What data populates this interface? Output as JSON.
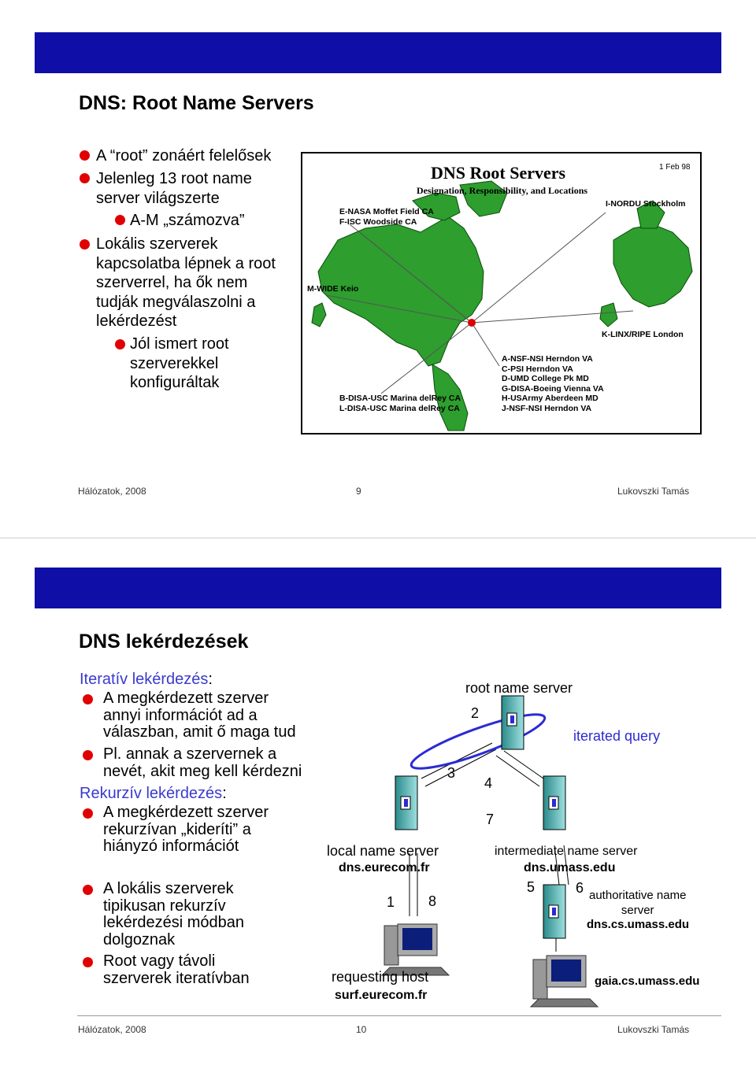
{
  "slide1": {
    "title": "DNS: Root Name Servers",
    "bullets": [
      {
        "level": 1,
        "lines": [
          "A “root” zonáért felelősek"
        ]
      },
      {
        "level": 1,
        "lines": [
          "Jelenleg 13 root name",
          "server világszerte"
        ]
      },
      {
        "level": 2,
        "lines": [
          "A-M „számozva”"
        ]
      },
      {
        "level": 1,
        "lines": [
          "Lokális szerverek",
          "kapcsolatba lépnek a root",
          "szerverrel, ha ők nem",
          "tudják megválaszolni a",
          "lekérdezést"
        ]
      },
      {
        "level": 2,
        "lines": [
          "Jól ismert root",
          "szerverekkel",
          "konfiguráltak"
        ]
      }
    ],
    "map": {
      "title": "DNS Root Servers",
      "subtitle": "Designation, Responsibility, and Locations",
      "date": "1 Feb 98",
      "labels": {
        "ef": [
          "E-NASA Moffet Field CA",
          "F-ISC Woodside CA"
        ],
        "i": "I-NORDU Stockholm",
        "m": "M-WIDE Keio",
        "k": "K-LINX/RIPE London",
        "east": [
          "A-NSF-NSI Herndon VA",
          "C-PSI Herndon VA",
          "D-UMD College Pk MD",
          "G-DISA-Boeing Vienna VA",
          "H-USArmy Aberdeen MD",
          "J-NSF-NSI Herndon VA"
        ],
        "bl": [
          "B-DISA-USC Marina delRey CA",
          "L-DISA-USC Marina delRey CA"
        ]
      }
    },
    "footer": {
      "left": "Hálózatok, 2008",
      "page": "9",
      "right": "Lukovszki Tamás"
    }
  },
  "slide2": {
    "title": "DNS lekérdezések",
    "iter_heading": "Iteratív lekérdezés",
    "colon": ":",
    "iter_bullets": [
      [
        "A megkérdezett szerver",
        "annyi információt ad a",
        "válaszban, amit ő maga tud"
      ],
      [
        "Pl. annak a szervernek a",
        "nevét, akit meg kell kérdezni"
      ]
    ],
    "rek_heading": "Rekurzív lekérdezés",
    "rek_bullets": [
      [
        "A megkérdezett szerver",
        "rekurzívan „kideríti” a",
        "hiányzó információt"
      ],
      [
        "A lokális szerverek",
        "tipikusan rekurzív",
        "lekérdezési módban",
        "dolgoznak"
      ],
      [
        "Root vagy távoli",
        "szerverek iteratívban"
      ]
    ],
    "diagram": {
      "root_label": "root name server",
      "iterated_label": "iterated query",
      "local_label": "local name server",
      "local_host": "dns.eurecom.fr",
      "inter_label": "intermediate name server",
      "inter_host": "dns.umass.edu",
      "auth_label": [
        "authoritative name",
        "server"
      ],
      "auth_host": "dns.cs.umass.edu",
      "req_label": "requesting host",
      "req_host": "surf.eurecom.fr",
      "gaia": "gaia.cs.umass.edu",
      "steps": [
        "1",
        "2",
        "3",
        "4",
        "5",
        "6",
        "7",
        "8"
      ]
    },
    "footer": {
      "left": "Hálózatok, 2008",
      "page": "10",
      "right": "Lukovszki Tamás"
    }
  },
  "colors": {
    "bar": "#0f0fa8",
    "bullet": "#e00000",
    "heading_blue": "#3a3acf"
  }
}
